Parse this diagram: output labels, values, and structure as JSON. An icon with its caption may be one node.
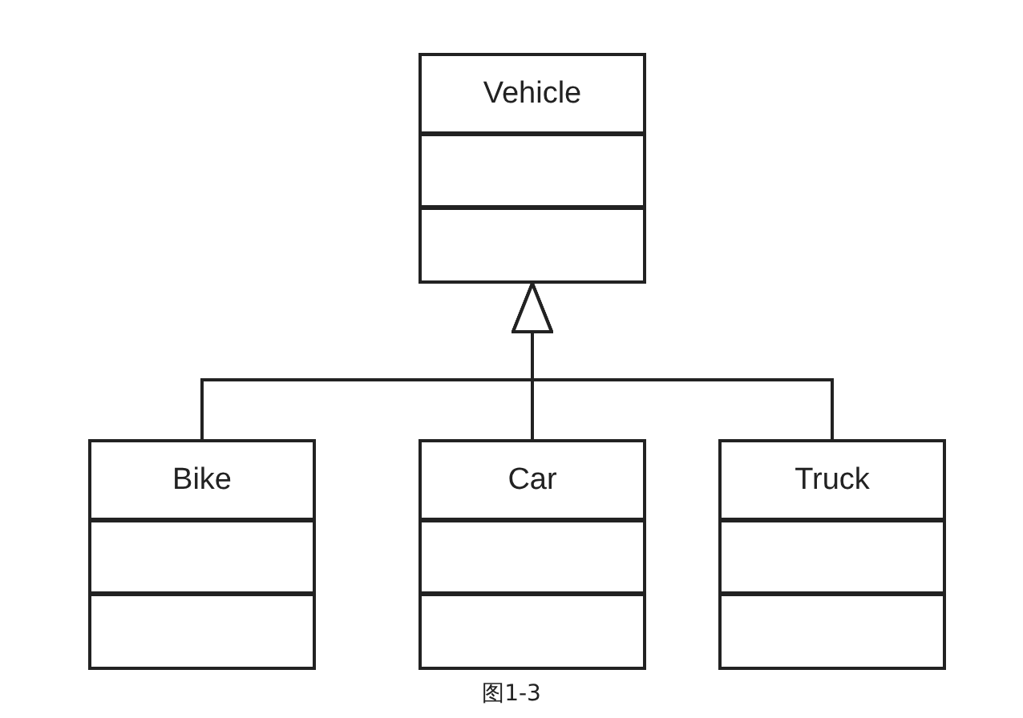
{
  "diagram": {
    "caption": "图1-3",
    "nodes": [
      {
        "text": [
          "Vehicle"
        ]
      },
      {
        "text": [
          "Bike"
        ]
      },
      {
        "text": [
          "Car"
        ]
      },
      {
        "text": [
          "Truck"
        ]
      }
    ],
    "edges": [
      {
        "from": 1,
        "to": 0,
        "arrow": "to"
      },
      {
        "from": 2,
        "to": 0,
        "arrow": "to"
      },
      {
        "from": 3,
        "to": 0,
        "arrow": "to"
      }
    ]
  }
}
